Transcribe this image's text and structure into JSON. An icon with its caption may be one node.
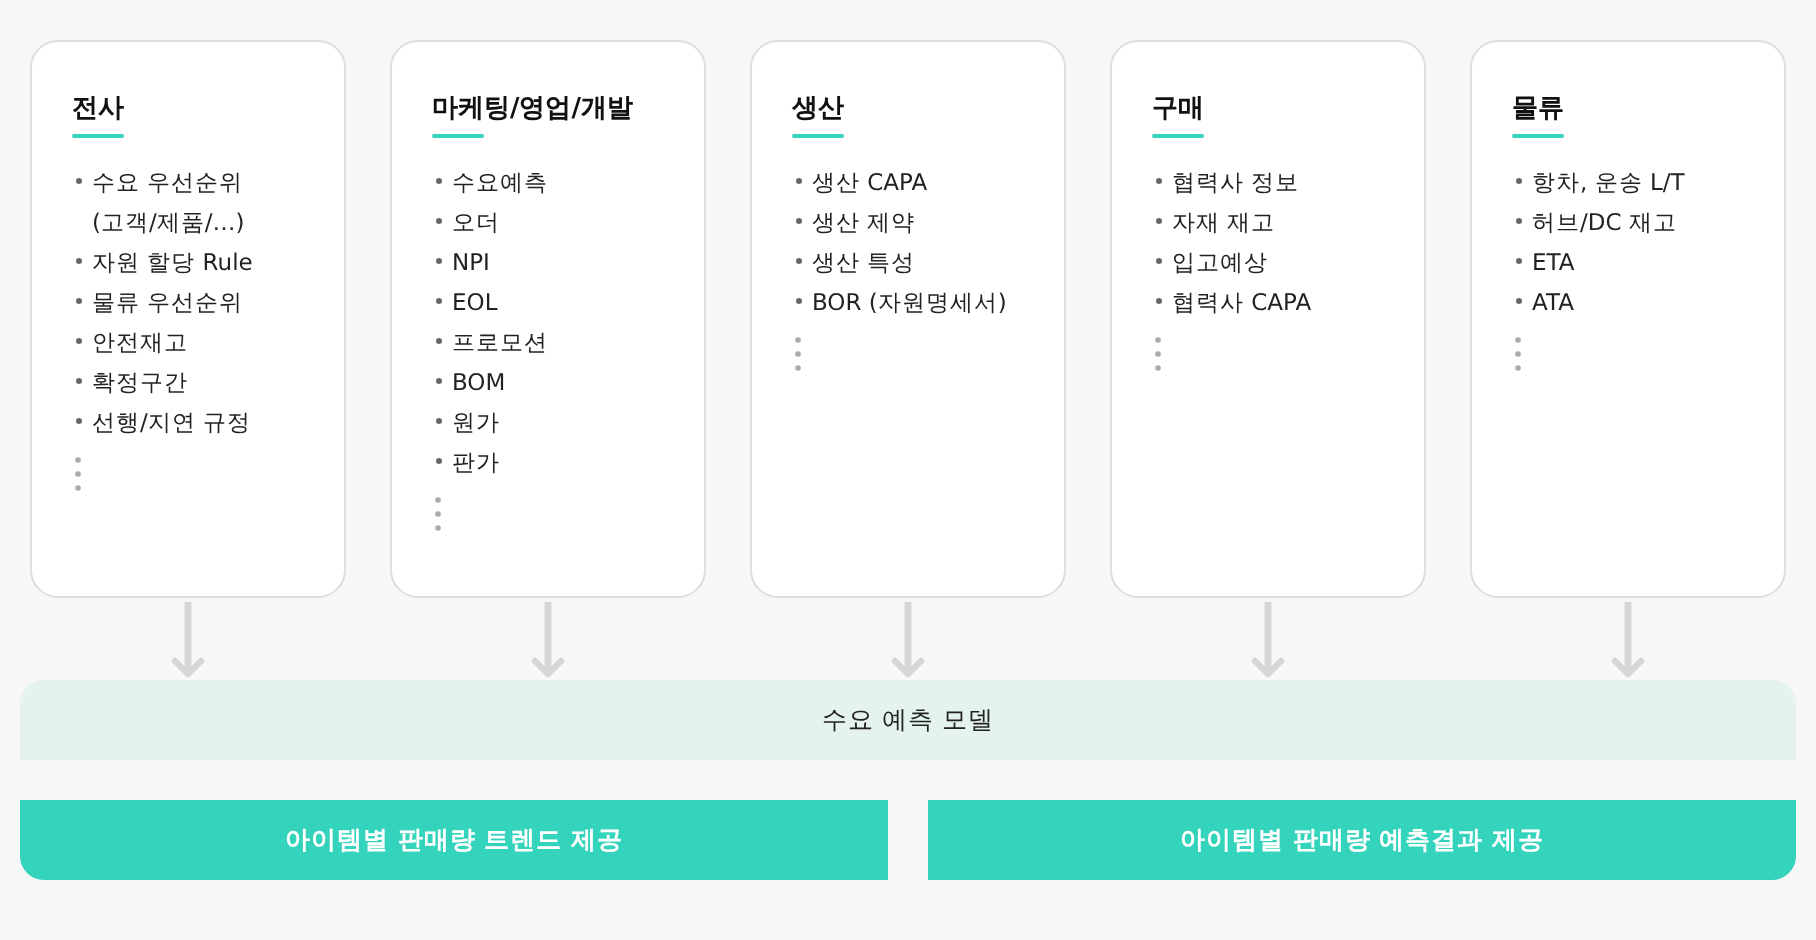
{
  "diagram": {
    "nodes": [
      {
        "text": [
          "전사",
          "수요 우선순위 (고객/제품/…)",
          "자원 할당 Rule",
          "물류 우선순위",
          "안전재고",
          "확정구간",
          "선행/지연 규정"
        ]
      },
      {
        "text": [
          "마케팅/영업/개발",
          "수요예측",
          "오더",
          "NPI",
          "EOL",
          "프로모션",
          "BOM",
          "원가",
          "판가"
        ]
      },
      {
        "text": [
          "생산",
          "생산 CAPA",
          "생산 제약",
          "생산 특성",
          "BOR (자원명세서)"
        ]
      },
      {
        "text": [
          "구매",
          "협력사 정보",
          "자재 재고",
          "입고예상",
          "협력사 CAPA"
        ]
      },
      {
        "text": [
          "물류",
          "항차, 운송 L/T",
          "허브/DC 재고",
          "ETA",
          "ATA"
        ]
      },
      {
        "text": [
          "수요 예측 모델"
        ]
      },
      {
        "text": [
          "아이템별 판매량 트렌드 제공"
        ]
      },
      {
        "text": [
          "아이템별 판매량 예측결과 제공"
        ]
      }
    ],
    "edges": [
      {
        "from": 0,
        "to": 5,
        "arrow": "to"
      },
      {
        "from": 1,
        "to": 5,
        "arrow": "to"
      },
      {
        "from": 2,
        "to": 5,
        "arrow": "to"
      },
      {
        "from": 3,
        "to": 5,
        "arrow": "to"
      },
      {
        "from": 4,
        "to": 5,
        "arrow": "to"
      }
    ]
  }
}
